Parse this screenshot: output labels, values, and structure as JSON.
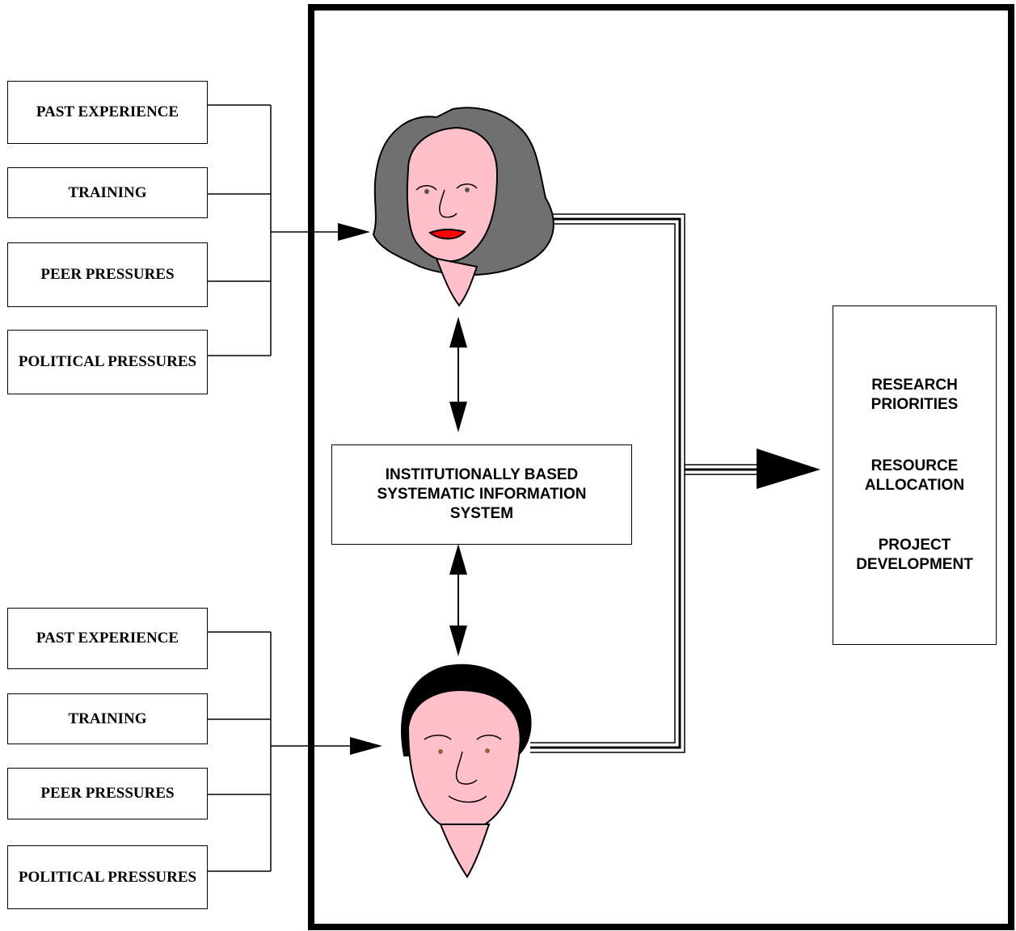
{
  "upper_factors": [
    "PAST EXPERIENCE",
    "TRAINING",
    "PEER PRESSURES",
    "POLITICAL PRESSURES"
  ],
  "lower_factors": [
    "PAST EXPERIENCE",
    "TRAINING",
    "PEER PRESSURES",
    "POLITICAL PRESSURES"
  ],
  "information_system": {
    "label": "INSTITUTIONALLY BASED\nSYSTEMATIC INFORMATION\nSYSTEM"
  },
  "outcomes": [
    "RESEARCH\nPRIORITIES",
    "RESOURCE\nALLOCATION",
    "PROJECT\nDEVELOPMENT"
  ],
  "colors": {
    "skin": "#ffc0cb",
    "woman_hair": "#707070",
    "man_hair": "#000000",
    "lips": "#ff0000",
    "line": "#000000"
  },
  "icons": [
    "woman-decision-maker-icon",
    "man-decision-maker-icon"
  ]
}
